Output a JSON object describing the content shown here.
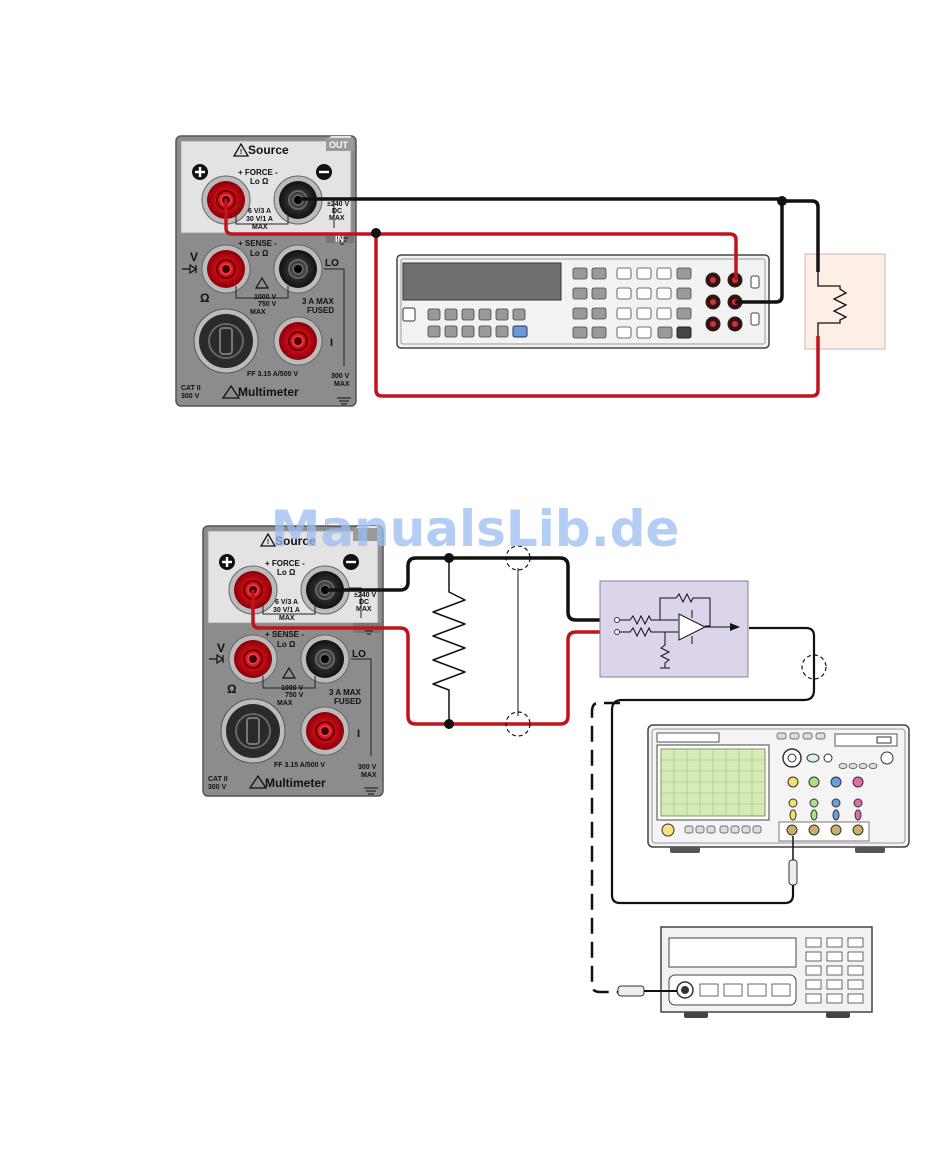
{
  "panel": {
    "source_title": "Source",
    "out_tag": "OUT",
    "in_tag": "IN",
    "force_label": "+ FORCE -",
    "lo_ohm": "Lo Ω",
    "src_rating_1": "6 V/3 A",
    "src_rating_2": "30 V/1 A",
    "src_rating_3": "MAX",
    "dc_rating_1": "±240 V",
    "dc_rating_2": "DC",
    "dc_rating_3": "MAX",
    "sense_label": "+ SENSE -",
    "v_label": "V",
    "ohm_label": "Ω",
    "lo_label": "LO",
    "meas_rating_1": "1000 V",
    "meas_rating_2": "750 V",
    "meas_rating_3": "MAX",
    "amp_rating_1": "3 A MAX",
    "amp_rating_2": "FUSED",
    "i_label": "I",
    "fuse_label": "FF 3.15 A/500 V",
    "gnd_rating_1": "300 V",
    "gnd_rating_2": "MAX",
    "cat_1": "CAT II",
    "cat_2": "300 V",
    "multimeter_title": "Multimeter"
  },
  "watermark": "ManualsLib.de",
  "colors": {
    "red_wire": "#c0141c",
    "black_wire": "#111111",
    "panel_light": "#e3e3e3",
    "panel_dark": "#8c8c8c",
    "amp_box": "#dcd4e8",
    "load_box": "#fdeee6"
  }
}
